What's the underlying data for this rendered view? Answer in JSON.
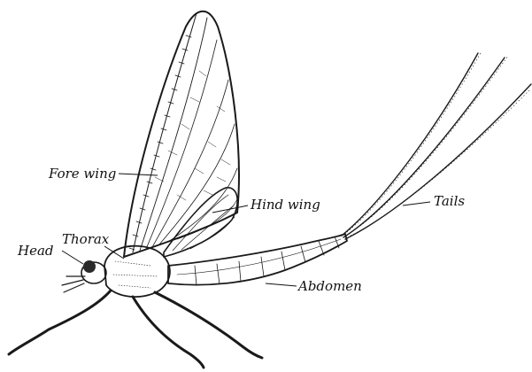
{
  "labels": {
    "fore_wing": "Fore wing",
    "hind_wing": "Hind wing",
    "thorax": "Thorax",
    "head": "Head",
    "abdomen": "Abdomen",
    "tails": "Tails"
  },
  "colors": {
    "ink": "#1a1a1a",
    "background": "#ffffff"
  }
}
